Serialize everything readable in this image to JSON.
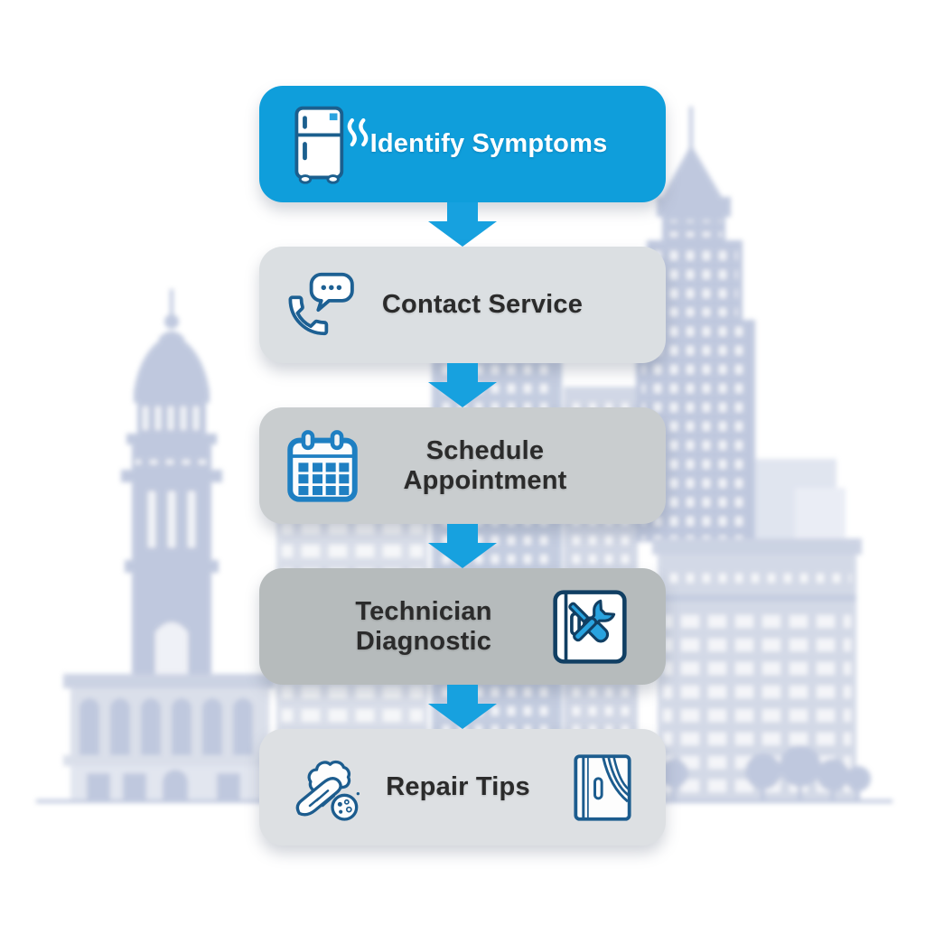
{
  "infographic": {
    "type": "vertical-flowchart",
    "background_description": "faded blurred city skyline illustration",
    "background_silhouette_color": "#96a5c9",
    "arrow_color": "#17a1df",
    "steps": [
      {
        "label": "Identify Symptoms",
        "icon": "refrigerator-with-steam",
        "icon_side": "left",
        "bg": "#0f9edb",
        "text_color": "#ffffff"
      },
      {
        "label": "Contact Service",
        "icon": "phone-handset-with-chat-bubble",
        "icon_side": "left",
        "bg": "#dbdfe2",
        "text_color": "#2b2b2b"
      },
      {
        "label": "Schedule Appointment",
        "icon": "calendar-grid",
        "icon_side": "left",
        "bg": "#c9cdcf",
        "text_color": "#2b2b2b"
      },
      {
        "label": "Technician Diagnostic",
        "icon": "crossed-screwdriver-and-wrench-panel",
        "icon_side": "right",
        "bg": "#b6bbbc",
        "text_color": "#2b2b2b"
      },
      {
        "label": "Repair Tips",
        "icon": "hand-cleaning-with-bubbles",
        "icon_side": "left",
        "icon_right": "fridge-door-panel-swoosh",
        "bg": "#dde0e3",
        "text_color": "#2b2b2b"
      }
    ]
  }
}
